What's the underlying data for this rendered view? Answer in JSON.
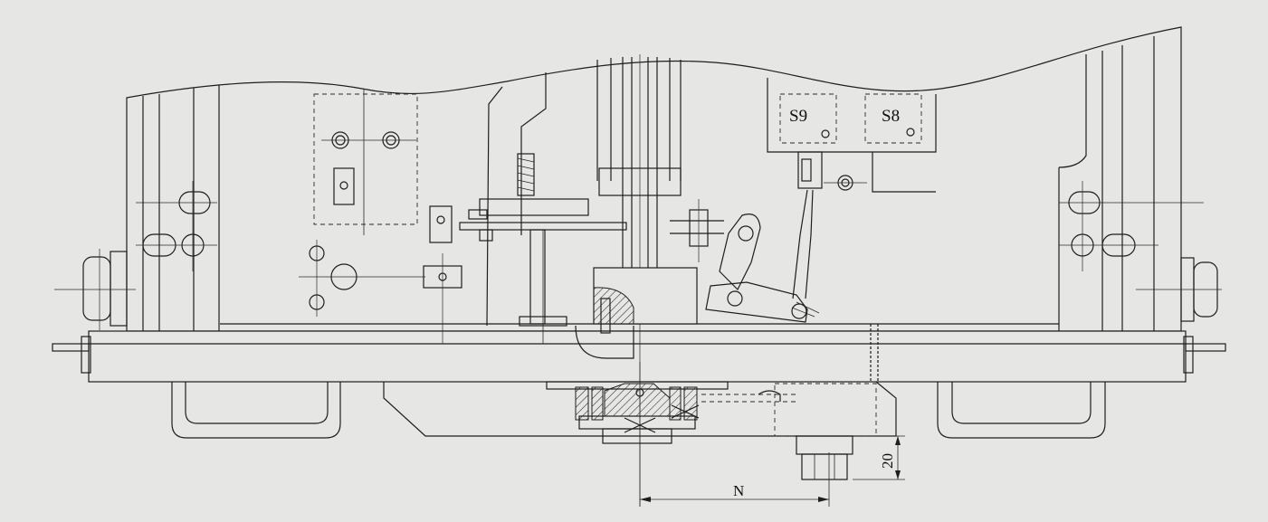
{
  "labels": {
    "switch_s9": "S9",
    "switch_s8": "S8",
    "dimension_n": "N",
    "dimension_20": "20"
  },
  "colors": {
    "background": "#e6e6e4",
    "line": "#1e1e1e"
  }
}
